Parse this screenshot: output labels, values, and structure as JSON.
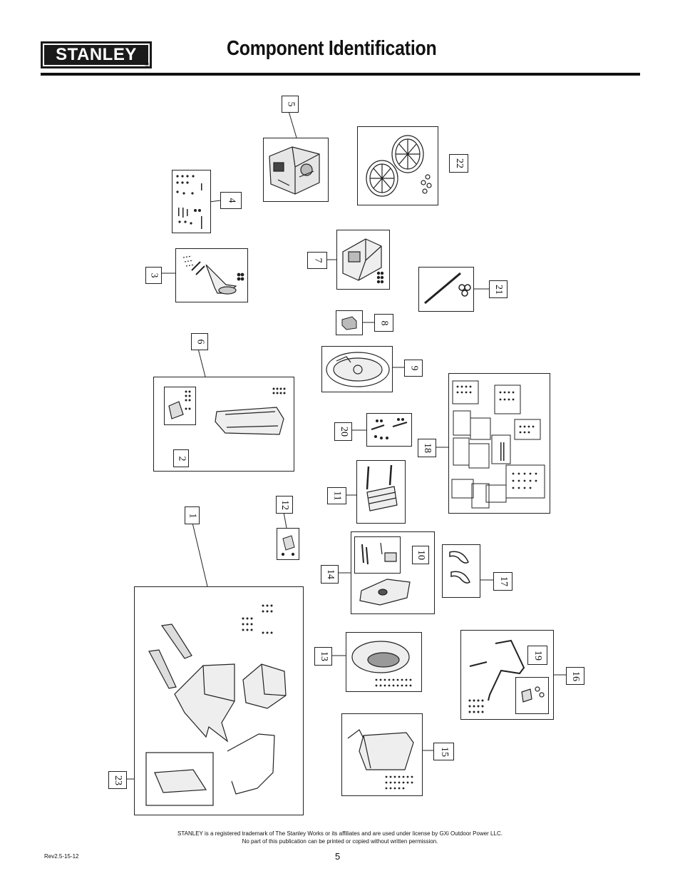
{
  "header": {
    "brand": "STANLEY",
    "registered_mark": "®",
    "title": "Component Identification"
  },
  "callouts": [
    "1",
    "2",
    "3",
    "4",
    "5",
    "6",
    "7",
    "8",
    "9",
    "10",
    "11",
    "12",
    "13",
    "14",
    "15",
    "16",
    "17",
    "18",
    "19",
    "20",
    "21",
    "22",
    "23"
  ],
  "footer": {
    "trademark_line": "STANLEY is a registered trademark of The Stanley Works or its affiliates and are used under license by GXi Outdoor Power LLC.",
    "copy_line": "No part of this publication can be printed or copied without written permission.",
    "revision": "Rev2.5-15-12",
    "page_number": "5"
  }
}
